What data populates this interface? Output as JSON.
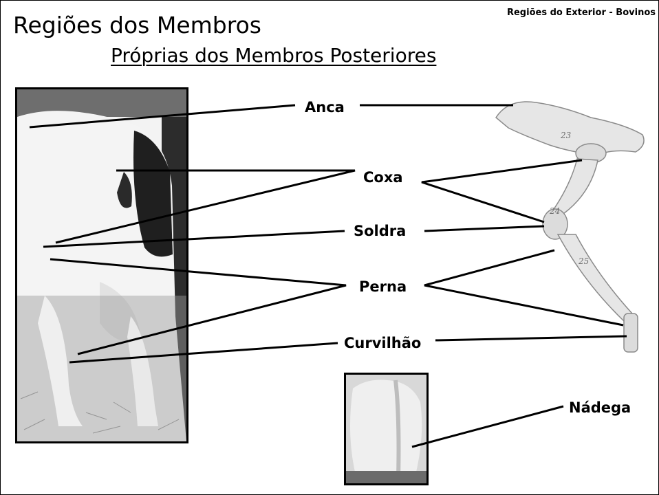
{
  "slide": {
    "corner_label": "Regiões do Exterior - Bovinos",
    "title": "Regiões dos Membros",
    "subtitle": "Próprias dos Membros Posteriores"
  },
  "labels": {
    "anca": "Anca",
    "coxa": "Coxa",
    "soldra": "Soldra",
    "perna": "Perna",
    "curvilhao": "Curvilhão",
    "nadega": "Nádega"
  },
  "skeleton": {
    "bone_numbers": [
      "23",
      "24",
      "25"
    ]
  },
  "colors": {
    "text": "#000000",
    "background": "#ffffff",
    "bone": "#e6e6e6"
  }
}
